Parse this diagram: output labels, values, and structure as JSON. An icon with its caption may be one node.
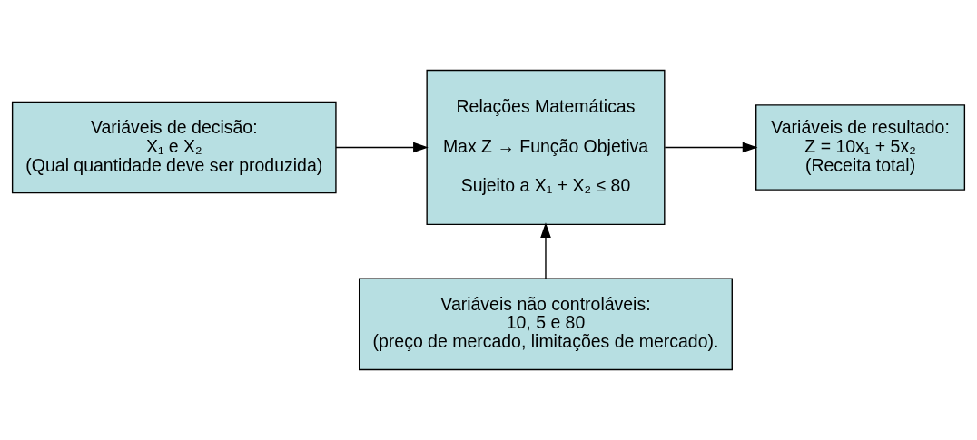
{
  "diagram": {
    "nodes": [
      {
        "text": [
          "Variáveis de decisão:",
          "X₁ e X₂",
          "(Qual quantidade deve ser produzida)"
        ]
      },
      {
        "text": [
          "Relações Matemáticas",
          "Max Z → Função Objetiva",
          "Sujeito a X₁ + X₂ ≤ 80"
        ]
      },
      {
        "text": [
          "Variáveis de resultado:",
          "Z = 10x₁ + 5x₂",
          "(Receita total)"
        ]
      },
      {
        "text": [
          "Variáveis não controláveis:",
          "10, 5 e 80",
          "(preço de mercado, limitações de mercado)."
        ]
      }
    ],
    "edges": [
      {
        "from": 0,
        "to": 1,
        "arrow": "to"
      },
      {
        "from": 1,
        "to": 2,
        "arrow": "to"
      },
      {
        "from": 3,
        "to": 1,
        "arrow": "to"
      }
    ]
  }
}
